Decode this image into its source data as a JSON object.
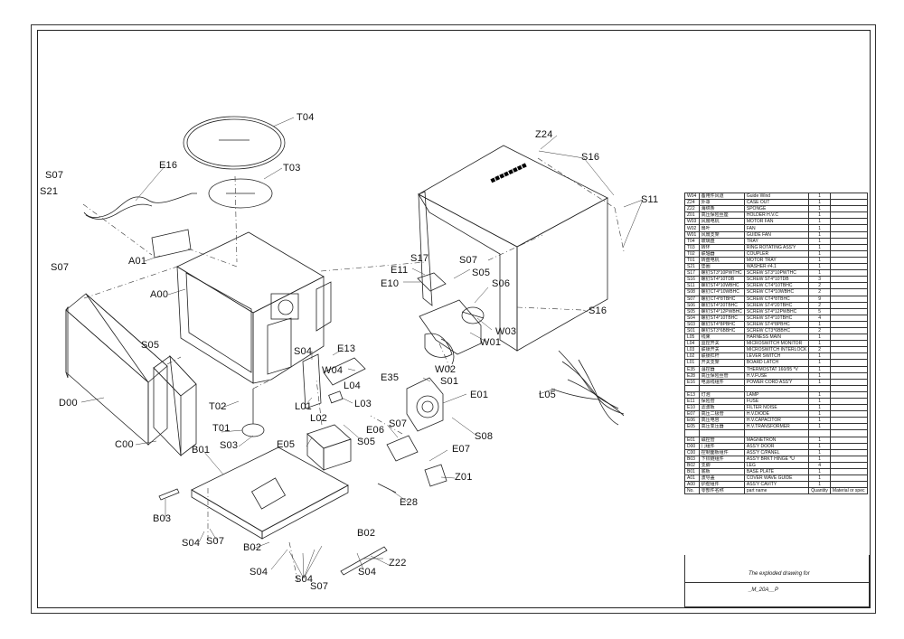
{
  "callouts": {
    "T04": "T04",
    "T03": "T03",
    "E16": "E16",
    "S07": "S07",
    "S21": "S21",
    "A01": "A01",
    "A00": "A00",
    "S05": "S05",
    "D00": "D00",
    "C00": "C00",
    "T02": "T02",
    "T01": "T01",
    "S03": "S03",
    "B01": "B01",
    "B03": "B03",
    "S04": "S04",
    "B02": "B02",
    "E05": "E05",
    "E06": "E06",
    "E07": "E07",
    "E28": "E28",
    "Z01": "Z01",
    "Z22": "Z22",
    "S08": "S08",
    "E01": "E01",
    "E35": "E35",
    "S01": "S01",
    "L01": "L01",
    "L02": "L02",
    "L03": "L03",
    "L04": "L04",
    "W04": "W04",
    "E13": "E13",
    "W02": "W02",
    "W01": "W01",
    "W03": "W03",
    "S06": "S06",
    "E10": "E10",
    "E11": "E11",
    "S17": "S17",
    "Z24": "Z24",
    "S16": "S16",
    "S11": "S11",
    "L05": "L05"
  },
  "bom": {
    "rows": [
      [
        "W04",
        "备用件风道",
        "Guide Wind",
        "1",
        ""
      ],
      [
        "Z24",
        "外罩",
        "CASE OUT",
        "1",
        ""
      ],
      [
        "Z22",
        "海绵条",
        "SPONGE",
        "1",
        ""
      ],
      [
        "Z01",
        "高压保险丝座",
        "HOLDER H.V.C",
        "1",
        ""
      ],
      [
        "W03",
        "风扇电机",
        "MOTOR FAN",
        "1",
        ""
      ],
      [
        "W02",
        "扇叶",
        "FAN",
        "1",
        ""
      ],
      [
        "W01",
        "风扇支架",
        "GUIDE FAN",
        "1",
        ""
      ],
      [
        "T04",
        "玻璃盘",
        "TRAY",
        "1",
        ""
      ],
      [
        "T03",
        "转环",
        "RING ROTATING ASS'Y",
        "1",
        ""
      ],
      [
        "T02",
        "联轴器",
        "COUPLER",
        "1",
        ""
      ],
      [
        "T01",
        "转盘电机",
        "MOTOR TRAY",
        "1",
        ""
      ],
      [
        "S21",
        "垫圈",
        "WASHER #4.1",
        "1",
        ""
      ],
      [
        "S17",
        "螺钉ST3*10PWTHC",
        "SCREW ST3*10PWTHC",
        "1",
        ""
      ],
      [
        "S16",
        "螺钉ST4*10TDB",
        "SCREW ST4*10TDB",
        "3",
        ""
      ],
      [
        "S11",
        "螺钉ST4*10WBHC",
        "SCREW CT4*10TBHC",
        "2",
        ""
      ],
      [
        "S08",
        "螺钉CT4*10WBHC",
        "SCREW CT4*10WBHC",
        "2",
        ""
      ],
      [
        "S07",
        "螺钉CT4*8TBHC",
        "SCREW CT4*8TBHC",
        "9",
        ""
      ],
      [
        "S06",
        "螺钉ST4*20TBHC",
        "SCREW ST4*20TBHC",
        "2",
        ""
      ],
      [
        "S05",
        "螺钉ST4*12PWBHC",
        "SCREW ST4*12PWBHC",
        "5",
        ""
      ],
      [
        "S04",
        "螺钉ST4*10TBHC",
        "SCREW ST4*10TBHC",
        "4",
        ""
      ],
      [
        "S03",
        "螺钉ST4*8PBHC",
        "SCREW ST4*8PBHC",
        "1",
        ""
      ],
      [
        "S01",
        "螺钉ST3*6BBHC",
        "SCREW CT3*6BBHC",
        "2",
        ""
      ],
      [
        "L05",
        "线束",
        "HARNESS MAIN",
        "1",
        ""
      ],
      [
        "L04",
        "监控开关",
        "MICROSWITCH MONITOR",
        "1",
        ""
      ],
      [
        "L03",
        "联锁开关",
        "MICROSWITCH INTERLOCK",
        "2",
        ""
      ],
      [
        "L02",
        "联锁杠杆",
        "LEVER SWITCH",
        "1",
        ""
      ],
      [
        "L01",
        "开关支架",
        "BOARD LATCH",
        "1",
        ""
      ],
      [
        "E35",
        "温控器",
        "THERMOSTAT 160/95 *V",
        "1",
        ""
      ],
      [
        "E28",
        "高压保险丝管",
        "H.V.FUSE",
        "1",
        ""
      ],
      [
        "E16",
        "电源线组件",
        "POWER CORD ASS'Y",
        "1",
        ""
      ],
      [
        "",
        "",
        "",
        "",
        ""
      ],
      [
        "E13",
        "灯泡",
        "LAMP",
        "1",
        ""
      ],
      [
        "E11",
        "保险管",
        "FUSE",
        "1",
        ""
      ],
      [
        "E10",
        "滤波板",
        "FILTER NOISE",
        "1",
        ""
      ],
      [
        "E07",
        "高压二极管",
        "H.V.DIODE",
        "1",
        ""
      ],
      [
        "E06",
        "高压电容",
        "H.V.CAPACITOR",
        "1",
        ""
      ],
      [
        "E05",
        "高压变压器",
        "H.V.TRANSFORMER",
        "1",
        ""
      ],
      [
        "",
        "",
        "",
        "",
        ""
      ],
      [
        "E01",
        "磁控管",
        "MAGNETRON",
        "1",
        ""
      ],
      [
        "D00",
        "门组件",
        "ASS'Y DOOR",
        "1",
        ""
      ],
      [
        "C00",
        "控制面板组件",
        "ASS'Y C/PANEL",
        "1",
        ""
      ],
      [
        "B03",
        "下铰链组件",
        "ASS'Y BRKT HINGE *U",
        "1",
        ""
      ],
      [
        "B02",
        "支脚",
        "LEG",
        "4",
        ""
      ],
      [
        "B01",
        "底板",
        "BASE PLATE",
        "1",
        ""
      ],
      [
        "A01",
        "波导盖",
        "COVER WAVE GUIDE",
        "1",
        ""
      ],
      [
        "A00",
        "炉腔组件",
        "ASS'Y CAVITY",
        "1",
        ""
      ]
    ],
    "header": [
      "No.",
      "零部件名称",
      "part name",
      "Quantity",
      "Material or spec"
    ]
  },
  "title": {
    "line1": "The exploded drawing for",
    "line2": "_M_20A__P"
  }
}
